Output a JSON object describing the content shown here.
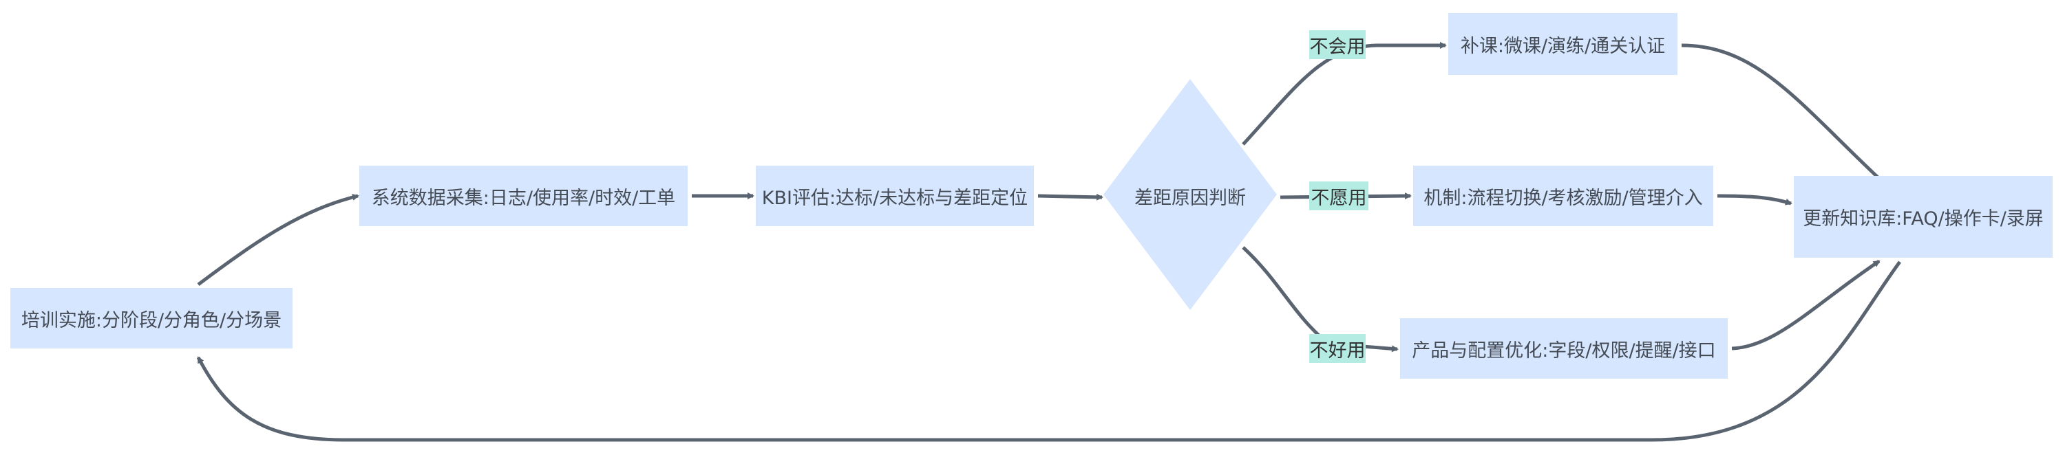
{
  "nodes": {
    "training": "培训实施:分阶段/分角色/分场景",
    "collect": "系统数据采集:日志/使用率/时效/工单",
    "kbi": "KBI评估:达标/未达标与差距定位",
    "decision": "差距原因判断",
    "remedial": "补课:微课/演练/通关认证",
    "mechanism": "机制:流程切换/考核激励/管理介入",
    "product": "产品与配置优化:字段/权限/提醒/接口",
    "knowledge": "更新知识库:FAQ/操作卡/录屏"
  },
  "edge_labels": {
    "cant_use": "不会用",
    "unwilling": "不愿用",
    "hard_to_use": "不好用"
  },
  "colors": {
    "node": "#d6e6ff",
    "label": "#b4ebe2",
    "edge": "#5a6470"
  }
}
